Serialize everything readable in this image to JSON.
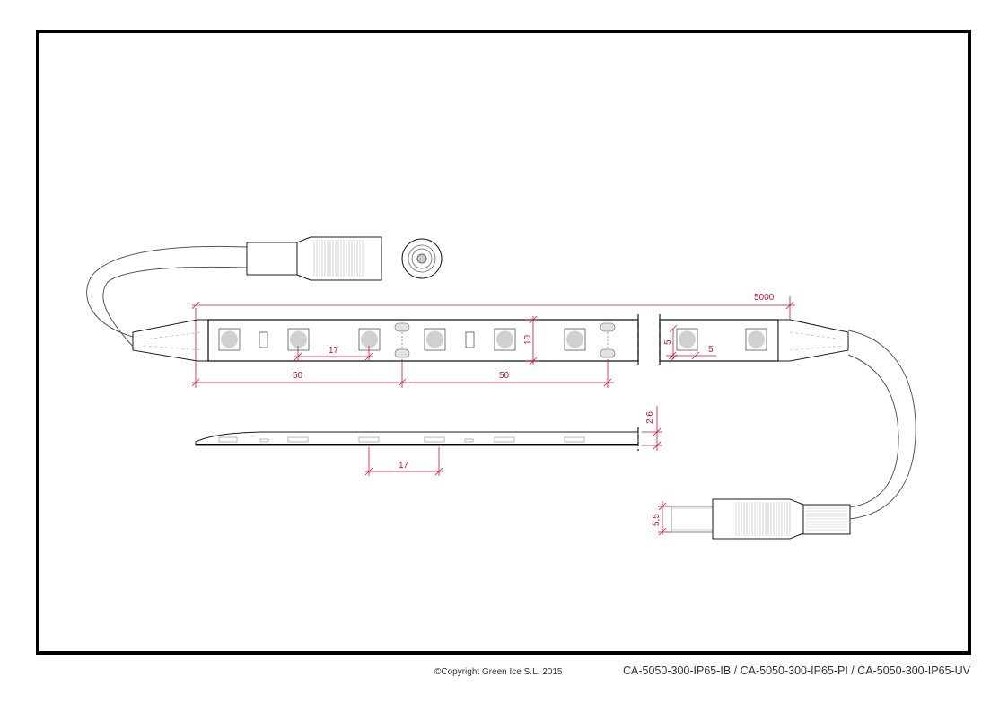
{
  "colors": {
    "frame": "#000000",
    "outline": "#1a1a1a",
    "cable": "#555555",
    "led": "#d0d0d0",
    "dimension": "#cc1133",
    "footer_text": "#333333"
  },
  "dimensions": {
    "total_length": "5000",
    "segment_1": "50",
    "segment_2": "50",
    "led_pitch_top": "17",
    "led_pitch_side": "17",
    "strip_width": "10",
    "edge_offset_v": "5",
    "edge_offset_h": "5",
    "thickness": "2,6",
    "plug_diameter": "5,5"
  },
  "footer": {
    "copyright": "©Copyright Green Ice S.L. 2015",
    "part_numbers": "CA-5050-300-IP65-IB / CA-5050-300-IP65-PI / CA-5050-300-IP65-UV"
  }
}
